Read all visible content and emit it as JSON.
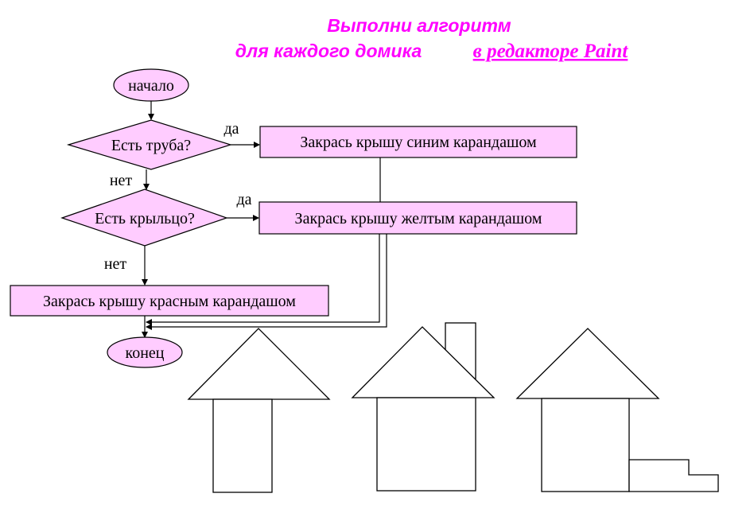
{
  "title": {
    "line1": "Выполни алгоритм",
    "line2": "для каждого домика",
    "line2_link": "в редакторе Paint",
    "color": "#FF00FF"
  },
  "flowchart": {
    "start": "начало",
    "decision1": "Есть труба?",
    "decision2": "Есть крыльцо?",
    "yes1": "да",
    "yes2": "да",
    "no1": "нет",
    "no2": "нет",
    "action_blue": "Закрась крышу синим карандашом",
    "action_yellow": "Закрась крышу желтым карандашом",
    "action_red": "Закрась крышу красным карандашом",
    "end": "конец",
    "fill_color": "#FFCCFF"
  }
}
